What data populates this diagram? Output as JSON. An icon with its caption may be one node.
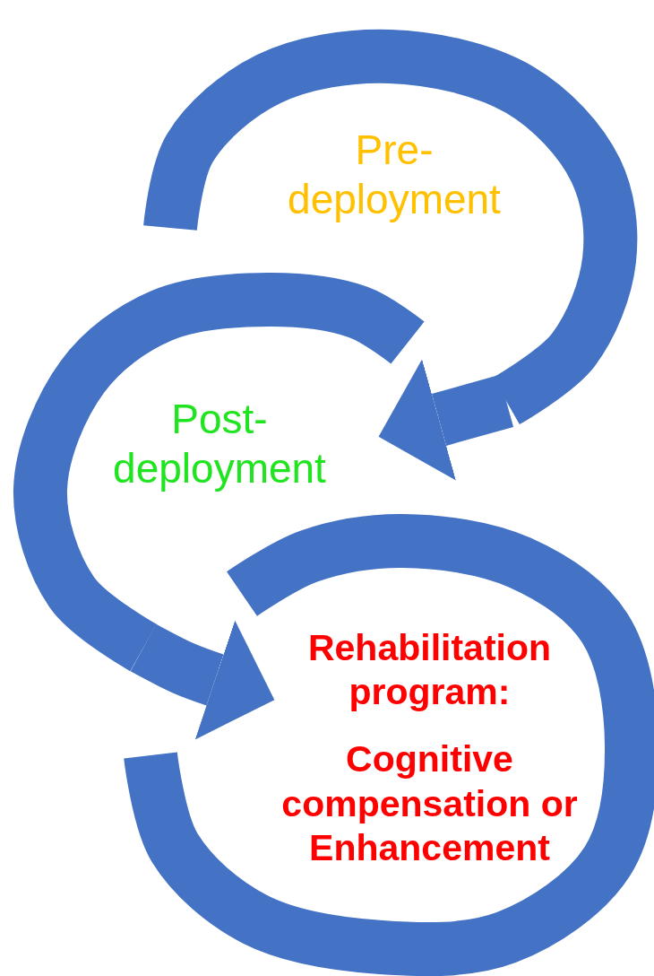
{
  "diagram": {
    "nodes": [
      {
        "text": [
          "Pre- deployment"
        ]
      },
      {
        "text": [
          "Post- deployment"
        ]
      },
      {
        "text": [
          "Rehabilitation program:",
          "Cognitive compensation or Enhancement"
        ]
      }
    ],
    "edges": [
      {
        "from": 0,
        "to": 1,
        "arrow": "to"
      },
      {
        "from": 1,
        "to": 2,
        "arrow": "to"
      }
    ]
  }
}
